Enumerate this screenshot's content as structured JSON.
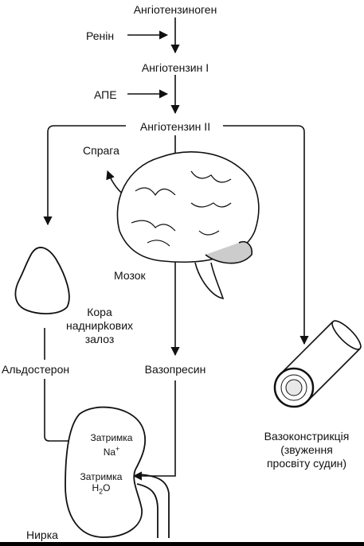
{
  "nodes": {
    "angiotensinogen": "Ангіотензиноген",
    "renin": "Ренін",
    "angiotensin1": "Ангіотензин І",
    "ace": "АПЕ",
    "angiotensin2": "Ангіотензин ІІ",
    "thirst": "Спрага",
    "brain": "Мозок",
    "adrenal_line1": "Кора",
    "adrenal_line2": "наднирkових",
    "adrenal_line3": "залоз",
    "aldosterone": "Альдостерон",
    "vasopressin": "Вазопресин",
    "vasoconstriction_line1": "Вазоконстрикція",
    "vasoconstriction_line2": "(звуження",
    "vasoconstriction_line3": "просвіту судин)",
    "retention": "Затримка",
    "na": "Na",
    "na_charge": "+",
    "h2o_h": "H",
    "h2o_sub": "2",
    "h2o_o": "O",
    "kidney": "Нирка"
  },
  "icons": [
    "brain-icon",
    "adrenal-gland-icon",
    "blood-vessel-icon",
    "kidney-icon"
  ]
}
